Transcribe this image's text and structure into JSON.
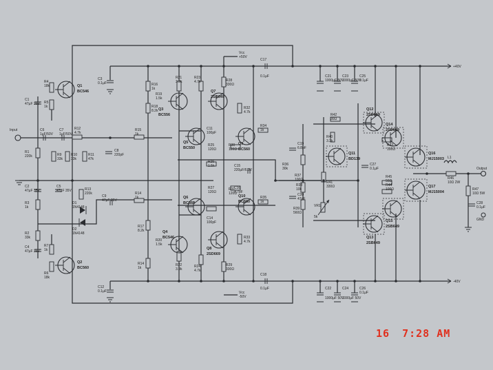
{
  "colors": {
    "ink": "#2a2c30",
    "paper": "#c4c7cb",
    "stamp": "#e0301e"
  },
  "timestamp": {
    "day": "16",
    "time": "7:28 AM"
  },
  "labels": {
    "vcc": "Vcc",
    "vcc_val": "+50V",
    "vee": "Vcc",
    "vee_val": "-50V",
    "rail_pos": "+40V",
    "rail_neg": "-40V",
    "input": "Input",
    "output": "Output",
    "gnd": "GND",
    "c17": "C17",
    "c17v": "0.1µF",
    "c18": "C18",
    "c18v": "0.1µF",
    "c21": "C21",
    "c21v": "1000µF 50V",
    "c22": "C22",
    "c22v": "1000µF 50V",
    "c23": "C23",
    "c23v": "1000µF 50V",
    "c24": "C24",
    "c24v": "1000µF 50V",
    "c25": "C25",
    "c25v": "0.1µF",
    "c26": "C26",
    "c26v": "0.1µF",
    "c3": "C3",
    "c3v": "0.1µF",
    "c12": "C12",
    "c12v": "0.1µF",
    "c1": "C1",
    "c1v": "47µF 35V",
    "c2": "C2",
    "c2v": "47µF 35V",
    "c4": "C4",
    "c4v": "47µF 35V",
    "c5": "C5",
    "c5v": "47µF 35V",
    "c6": "C6",
    "c6v": "1µF/50V",
    "c7": "C7",
    "c7v": "1µF/50V",
    "c8": "C8",
    "c8v": "220pF",
    "c9": "C9",
    "c9v": "47µF 25V",
    "c10": "C10",
    "c10v": "3.3pF",
    "c11": "C11",
    "c11v": "100pF",
    "c14": "C14",
    "c14v": "100pF",
    "c15": "C15",
    "c15v": "220µF/6.3V",
    "c16": "C16",
    "c16v": "4.7pF",
    "c19": "C19",
    "c19v": "6.8pF",
    "c20": "C20",
    "c20v": "47pF",
    "c27": "C27",
    "c27v": "0.1µF",
    "c28": "C28",
    "c28v": "0.1µF",
    "r1": "R1",
    "r1v": "220k",
    "r2": "R2",
    "r2v": "33k",
    "r3": "R3",
    "r3v": "1k",
    "r4": "R4",
    "r4v": "18k",
    "r5": "R5",
    "r5v": "1k",
    "r6": "R6",
    "r6v": "18k",
    "r7": "R7",
    "r7v": "1k",
    "r8": "R8",
    "r8v": "18k",
    "r9": "R9",
    "r9v": "33k",
    "r10": "R10",
    "r10v": "33k",
    "r11": "R11",
    "r11v": "47k",
    "r12": "R12",
    "r12v": "4.7k",
    "r13": "R13",
    "r13v": "220k",
    "r14": "R14",
    "r14v": "1k",
    "r15": "R15",
    "r15v": "1k",
    "r16": "R16",
    "r16v": "1k",
    "r17": "R17",
    "r17v": "8.2k",
    "r18": "R18",
    "r18v": "8.2k",
    "r19": "R19",
    "r19v": "1.5k",
    "r20": "R20",
    "r20v": "1.5k",
    "r21": "R21",
    "r21v": "3.9k",
    "r22": "R22",
    "r22v": "3.9k",
    "r23": "R23",
    "r23v": "4.7k",
    "r24": "R24",
    "r24v": "4.7k",
    "r25": "R25",
    "r25v": "120Ω",
    "r26": "R26",
    "r26v": "1.5k",
    "r27": "R27",
    "r27v": "120Ω",
    "r28": "R28",
    "r28v": "330Ω",
    "r29": "R29",
    "r29v": "330Ω",
    "r30": "R30",
    "r30v": "120Ω",
    "r31": "R31",
    "r31v": "120Ω",
    "r32": "R32",
    "r32v": "4.7k",
    "r33": "R33",
    "r33v": "4.7k",
    "r34": "R34",
    "r34v": "1k",
    "r35": "R35",
    "r35v": "1k",
    "r36": "R36",
    "r36v": "30k",
    "r37": "R37",
    "r37v": "100Ω",
    "r38": "R38",
    "r38v": "10k",
    "r39": "R39",
    "r39v": "560Ω",
    "r40": "R40",
    "r40v": "3.3k",
    "r41": "R41",
    "r41v": "330Ω",
    "r42": "R42",
    "r42v": "30Ω",
    "r43": "R43",
    "r43v": "100Ω",
    "r44": "R44",
    "r44v": "100Ω",
    "r45": "R45",
    "r45v": "56Ω",
    "r46": "R46",
    "r46v": "10Ω 2W",
    "r47": "R47",
    "r47v": "10Ω 5W",
    "vr1": "VR1",
    "vr1v": "5k",
    "l1": "L1",
    "d1": "D1",
    "d1v": "1N4148",
    "d2": "D2",
    "d2v": "1N4148",
    "q1": "Q1",
    "q1t": "BC546",
    "q2": "Q2",
    "q2t": "BC560",
    "q3": "Q3",
    "q3t": "BC556",
    "q4": "Q4",
    "q4t": "BC546",
    "q5": "Q5",
    "q5t": "BC550",
    "q6": "Q6",
    "q6t": "BC560",
    "q7": "Q7",
    "q7t": "2SB649",
    "q8": "Q8",
    "q8t": "2SD669",
    "q9": "Q9",
    "q9t": "BC560",
    "q10": "Q10",
    "q10t": "BC560",
    "q11": "Q11",
    "q11t": "BD139",
    "q12": "Q12",
    "q12t": "2SD669",
    "q13": "Q13",
    "q13t": "2SB649",
    "q14": "Q14",
    "q14t": "2SD669",
    "q15": "Q15",
    "q15t": "2SB649",
    "q16": "Q16",
    "q16t": "MJ15003",
    "q17": "Q17",
    "q17t": "MJ15004"
  }
}
